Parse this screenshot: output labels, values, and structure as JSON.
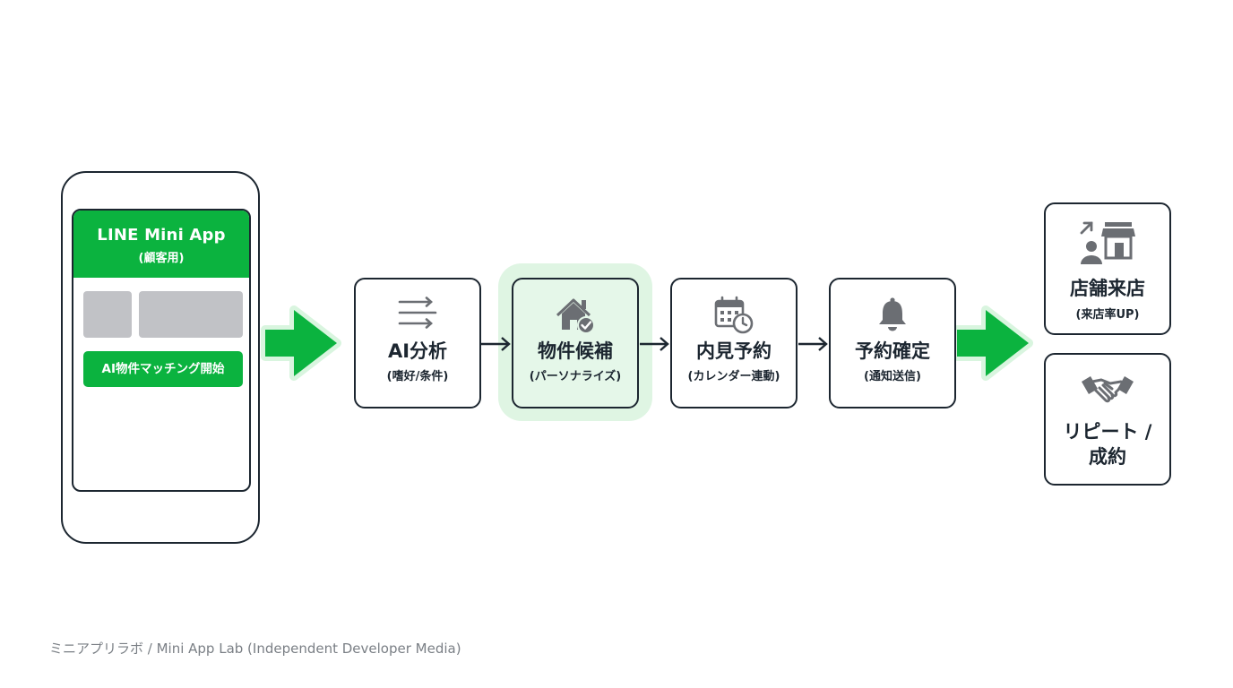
{
  "phone": {
    "app_title": "LINE Mini App",
    "app_subtitle": "(顧客用)",
    "cta_label": "AI物件マッチング開始"
  },
  "steps": [
    {
      "title": "AI分析",
      "subtitle": "(嗜好/条件)",
      "icon": "sliders-icon"
    },
    {
      "title": "物件候補",
      "subtitle": "(パーソナライズ)",
      "icon": "house-check-icon"
    },
    {
      "title": "内見予約",
      "subtitle": "(カレンダー連動)",
      "icon": "calendar-clock-icon"
    },
    {
      "title": "予約確定",
      "subtitle": "(通知送信)",
      "icon": "bell-icon"
    }
  ],
  "results": [
    {
      "title": "店舗来店",
      "subtitle": "(来店率UP)",
      "icon": "store-visit-icon"
    },
    {
      "title_line1": "リピート /",
      "title_line2": "成約",
      "icon": "handshake-icon"
    }
  ],
  "footer": "ミニアプリラボ / Mini App Lab (Independent Developer Media)",
  "colors": {
    "accent": "#0bb33f",
    "highlight": "#dff5e3",
    "outline": "#1c2630",
    "icon": "#6b6e73"
  }
}
